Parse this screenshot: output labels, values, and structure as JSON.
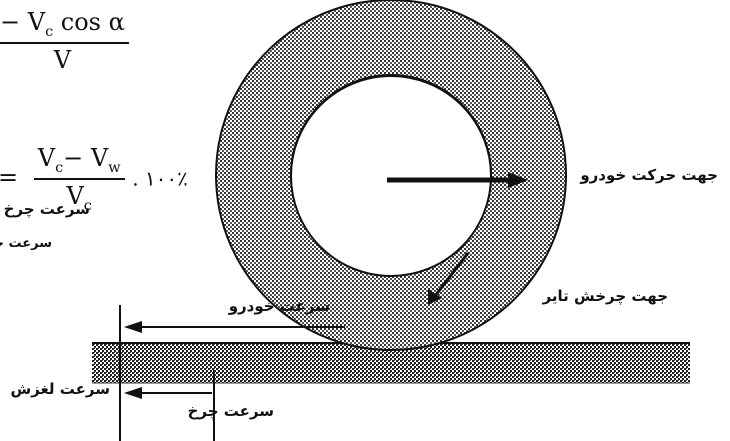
{
  "formulas": {
    "f1_numerator": "− V",
    "f1_numerator_sub": "c",
    "f1_numerator_tail": " cos α",
    "f1_denominator": "V",
    "f2_equals": "=",
    "f2_num_a": "V",
    "f2_num_a_sub": "c",
    "f2_num_op": "− V",
    "f2_num_b_sub": "w",
    "f2_den": "V",
    "f2_den_sub": "c",
    "f2_tail": ". ۱۰۰٪"
  },
  "labels": {
    "left_wheel_speed": "سرعت چرخ",
    "left_vehicle_speed": "سرعت خودرو",
    "vehicle_direction": "جهت حرکت خودرو",
    "tire_rotation": "جهت چرخش تایر",
    "vehicle_speed": "سرعت خودرو",
    "slip_speed": "سرعت لغزش",
    "wheel_speed": "سرعت چرخ"
  },
  "colors": {
    "ink": "#111111",
    "background": "#ffffff"
  }
}
